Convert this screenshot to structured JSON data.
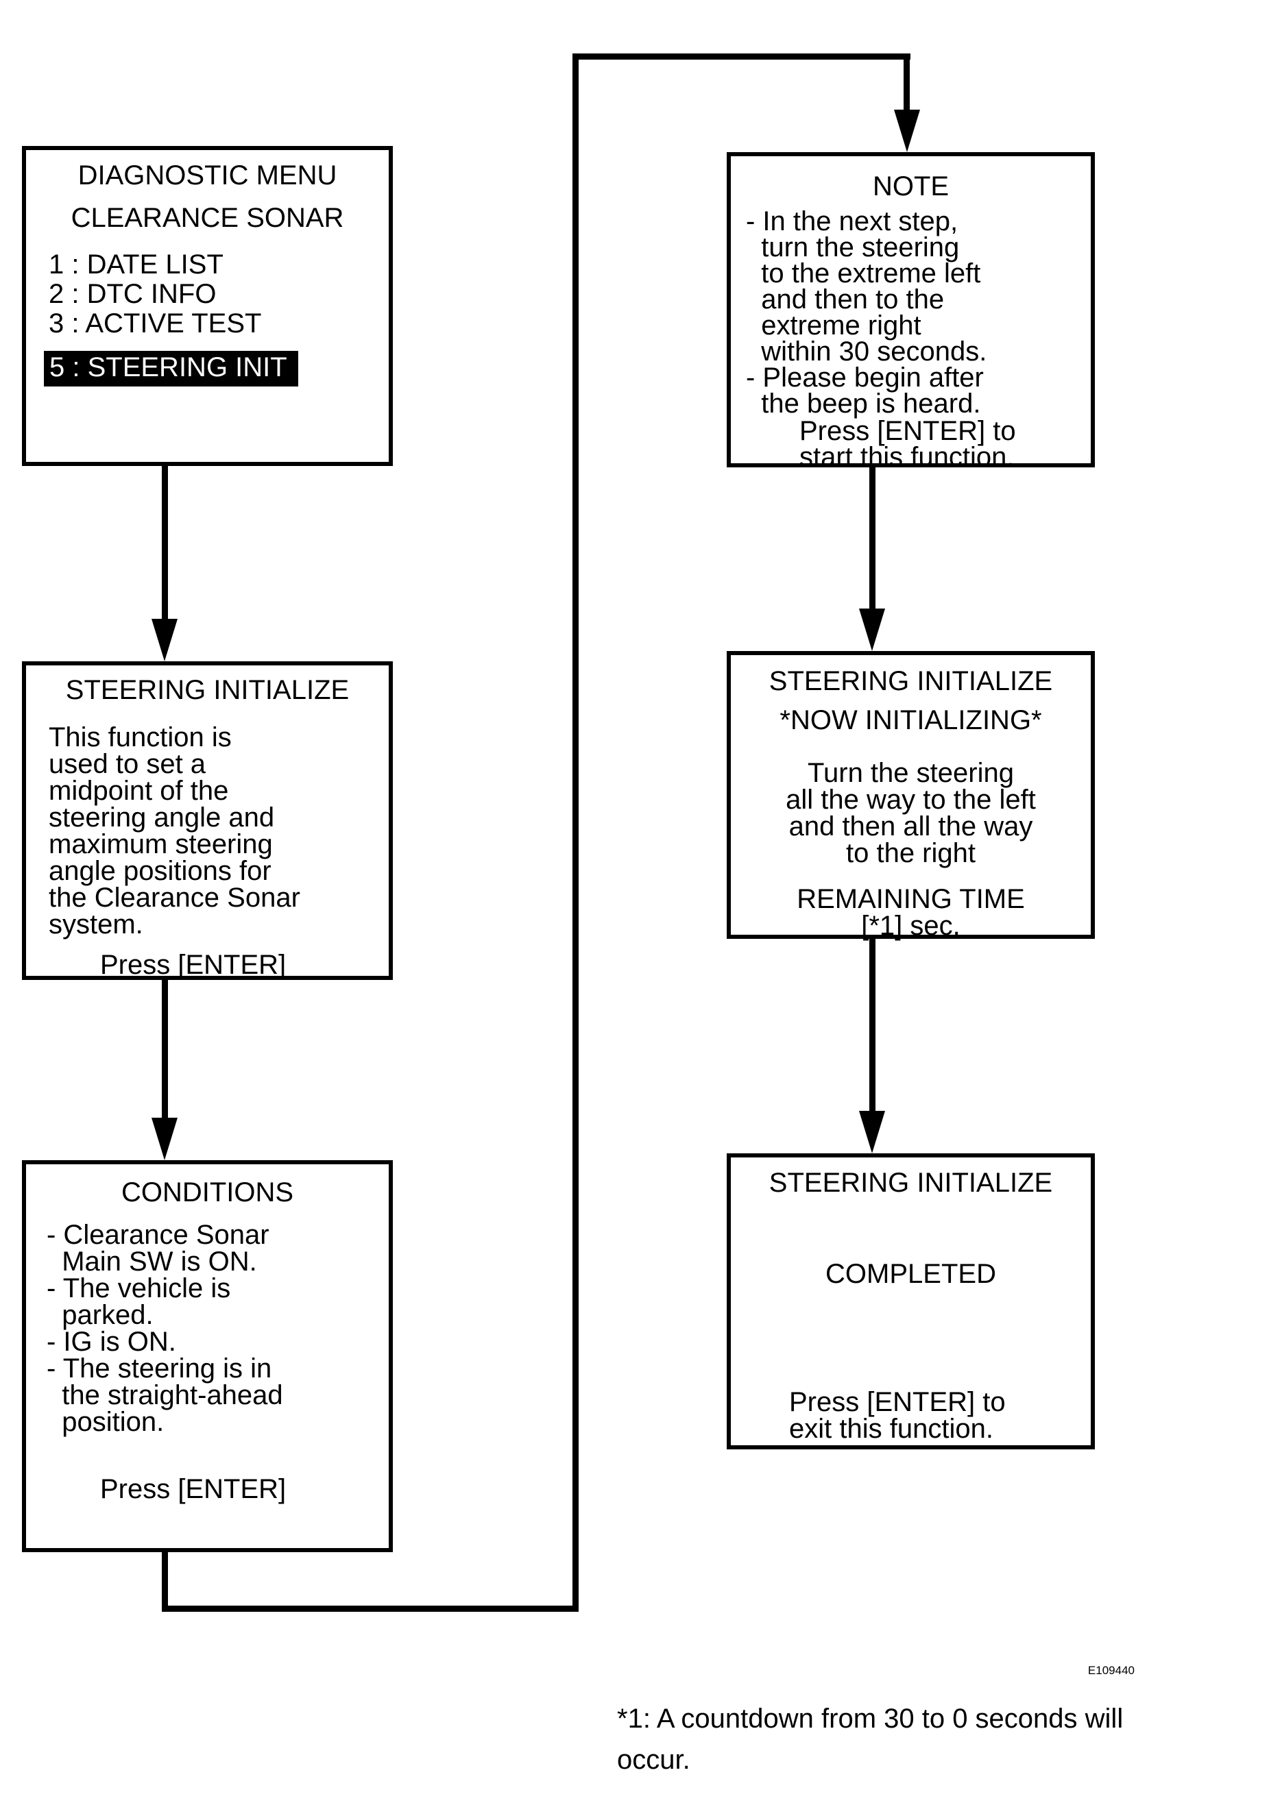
{
  "colors": {
    "ink": "#000000",
    "background": "#ffffff",
    "highlight_bg": "#000000",
    "highlight_text": "#ffffff"
  },
  "figure_code": "E109440",
  "footnote_lines": [
    "*1: A countdown from 30 to 0 seconds will",
    "occur."
  ],
  "boxes": {
    "diagnostic_menu": {
      "title_line1": "DIAGNOSTIC MENU",
      "title_line2": "CLEARANCE SONAR",
      "items": [
        "1 : DATE LIST",
        "2 : DTC INFO",
        "3 : ACTIVE TEST"
      ],
      "selected_item": "5 : STEERING INIT"
    },
    "steering_initialize_info": {
      "title": "STEERING INITIALIZE",
      "body_lines": [
        "This function is",
        "used to set a",
        "midpoint of the",
        "steering angle and",
        "maximum steering",
        "angle positions for",
        "the Clearance Sonar",
        "system."
      ],
      "action": "Press [ENTER]"
    },
    "conditions": {
      "title": "CONDITIONS",
      "bullet_lines": [
        "- Clearance Sonar",
        "  Main SW is ON.",
        "- The vehicle is",
        "  parked.",
        "- IG is ON.",
        "- The steering is in",
        "  the straight-ahead",
        "  position."
      ],
      "action": "Press [ENTER]"
    },
    "note": {
      "title": "NOTE",
      "bullet_lines": [
        "- In the next step,",
        "  turn the steering",
        "  to the extreme left",
        "  and then to the",
        "  extreme right",
        "  within 30 seconds.",
        "- Please begin after",
        "  the beep is heard."
      ],
      "action_lines": [
        "Press [ENTER] to",
        "start this function."
      ]
    },
    "now_initializing": {
      "title": "STEERING INITIALIZE",
      "status": "*NOW INITIALIZING*",
      "body_lines": [
        "Turn the steering",
        "all the way to the left",
        "and then all the way",
        "to the right"
      ],
      "remaining_label": "REMAINING TIME",
      "remaining_value": "[*1] sec."
    },
    "completed": {
      "title": "STEERING INITIALIZE",
      "status": "COMPLETED",
      "action_lines": [
        "Press [ENTER] to",
        "exit this function."
      ]
    }
  }
}
